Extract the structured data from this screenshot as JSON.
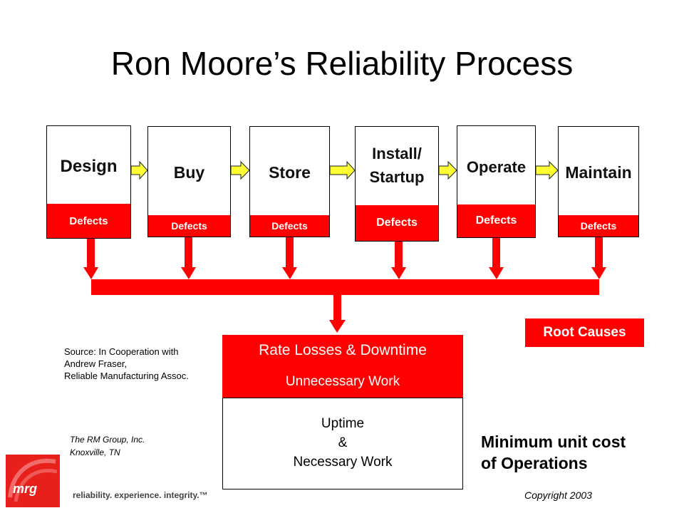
{
  "title": "Ron Moore’s Reliability Process",
  "stages": [
    {
      "label_lines": [
        "Design"
      ],
      "defects": "Defects"
    },
    {
      "label_lines": [
        "Buy"
      ],
      "defects": "Defects"
    },
    {
      "label_lines": [
        "Store"
      ],
      "defects": "Defects"
    },
    {
      "label_lines": [
        "Install/",
        "Startup"
      ],
      "defects": "Defects"
    },
    {
      "label_lines": [
        "Operate"
      ],
      "defects": "Defects"
    },
    {
      "label_lines": [
        "Maintain"
      ],
      "defects": "Defects"
    }
  ],
  "outcome": {
    "line1": "Rate Losses & Downtime",
    "line2": "Unnecessary Work",
    "good_lines": [
      "Uptime",
      "&",
      "Necessary Work"
    ]
  },
  "root_causes": "Root Causes",
  "source_lines": [
    "Source: In Cooperation with",
    "Andrew Fraser,",
    "Reliable Manufacturing Assoc."
  ],
  "rm_lines": [
    "The RM Group, Inc.",
    "Knoxville, TN"
  ],
  "minimum_lines": [
    "Minimum unit cost",
    "of Operations"
  ],
  "copyright": "Copyright 2003",
  "logo": {
    "text": "mrg",
    "tagline": "reliability. experience. integrity.™"
  },
  "colors": {
    "red": "#ff0000",
    "arrow_yellow": "#ffff33"
  }
}
